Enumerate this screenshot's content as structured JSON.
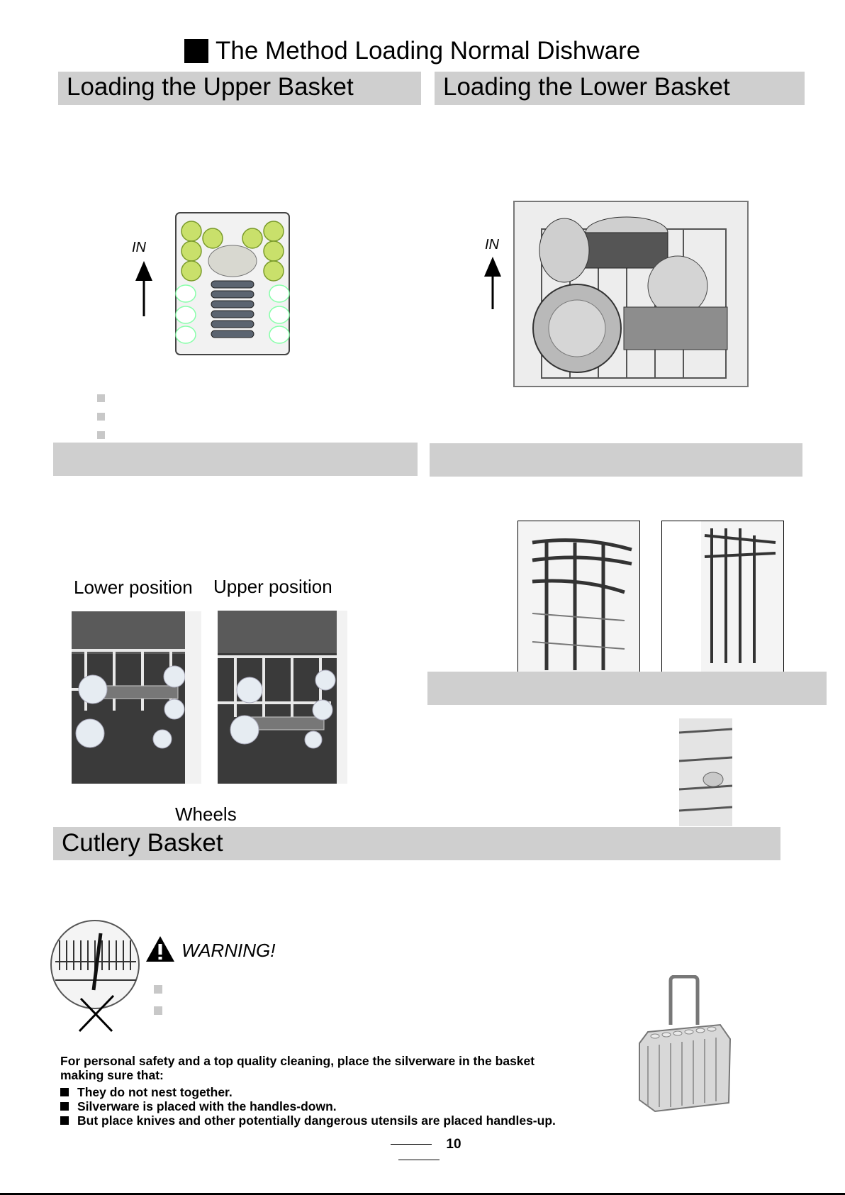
{
  "page": {
    "title": "The Method Loading Normal Dishware",
    "page_number": "10"
  },
  "sections": {
    "upper_basket": "Loading the Upper Basket",
    "lower_basket": "Loading the Lower Basket",
    "cutlery_basket": "Cutlery Basket"
  },
  "figures": {
    "in_label_upper": "IN",
    "in_label_lower": "IN",
    "lower_position": "Lower position",
    "upper_position": "Upper position",
    "wheels": "Wheels"
  },
  "warning": {
    "label": "WARNING!"
  },
  "cutlery": {
    "intro_line1": "For personal safety and a  top quality cleaning, place the silverware in the basket",
    "intro_line2": "making sure that:",
    "items": [
      "They do not nest together.",
      "Silverware is placed  with the handles-down.",
      "But place knives and other potentially  dangerous utensils are placed handles-up."
    ]
  }
}
